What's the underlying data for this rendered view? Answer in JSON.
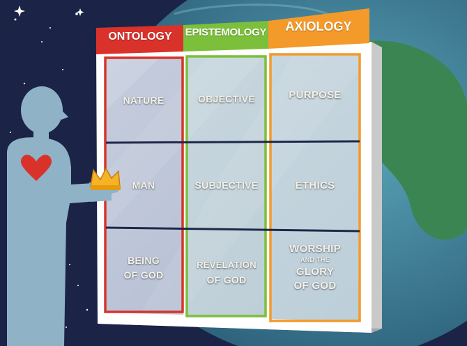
{
  "headers": {
    "ontology": "ONTOLOGY",
    "epistemology": "EPISTEMOLOGY",
    "axiology": "AXIOLOGY"
  },
  "cells": {
    "ontology": [
      "NATURE",
      "MAN",
      "BEING",
      "OF GOD"
    ],
    "epistemology": [
      "OBJECTIVE",
      "SUBJECTIVE",
      "REVELATION",
      "OF GOD"
    ],
    "axiology": [
      "PURPOSE",
      "ETHICS",
      "WORSHIP",
      "AND THE",
      "GLORY",
      "OF GOD"
    ]
  },
  "colors": {
    "ontology": "#d8322b",
    "epistemology": "#7cbf3a",
    "axiology": "#f39a2a",
    "space": "#1b2346",
    "ocean": "#3f7f96",
    "land": "#3f8a55"
  },
  "icons": [
    "heart-icon",
    "crown-icon",
    "star-icon"
  ]
}
